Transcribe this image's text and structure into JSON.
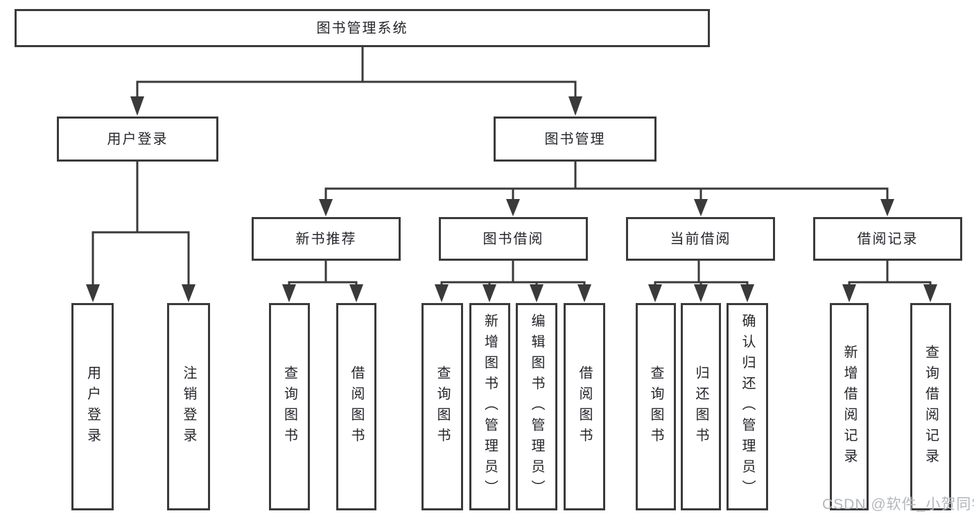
{
  "diagram": {
    "root": {
      "label": "图书管理系统"
    },
    "branches": [
      {
        "label": "用户登录",
        "children": [
          {
            "label": "用户登录"
          },
          {
            "label": "注销登录"
          }
        ]
      },
      {
        "label": "图书管理",
        "children": [
          {
            "label": "新书推荐",
            "children": [
              {
                "label": "查询图书"
              },
              {
                "label": "借阅图书"
              }
            ]
          },
          {
            "label": "图书借阅",
            "children": [
              {
                "label": "查询图书"
              },
              {
                "label": "新增图书（管理员）"
              },
              {
                "label": "编辑图书（管理员）"
              },
              {
                "label": "借阅图书"
              }
            ]
          },
          {
            "label": "当前借阅",
            "children": [
              {
                "label": "查询图书"
              },
              {
                "label": "归还图书"
              },
              {
                "label": "确认归还（管理员）"
              }
            ]
          },
          {
            "label": "借阅记录",
            "children": [
              {
                "label": "新增借阅记录"
              },
              {
                "label": "查询借阅记录"
              }
            ]
          }
        ]
      }
    ]
  },
  "watermark": {
    "text": "CSDN @软件_小贺同学",
    "color": "#b3b6bb"
  },
  "colors": {
    "line": "#3a3a3a",
    "box_border": "#3a3a3a",
    "box_fill": "#ffffff",
    "text": "#24262b",
    "background": "#ffffff"
  }
}
